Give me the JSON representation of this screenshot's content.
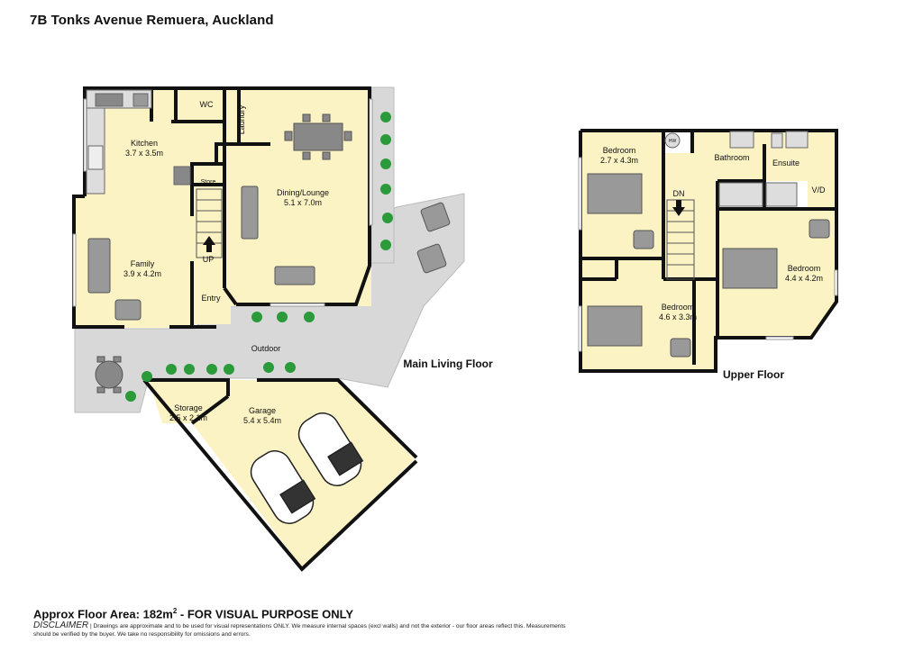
{
  "title": "7B Tonks Avenue Remuera, Auckland",
  "floors": {
    "main": "Main Living Floor",
    "upper": "Upper  Floor"
  },
  "rooms": {
    "kitchen": {
      "name": "Kitchen",
      "size": "3.7 x 3.5m"
    },
    "wc": {
      "name": "WC"
    },
    "laundry": {
      "name": "Laundry"
    },
    "dining": {
      "name": "Dining/Lounge",
      "size": "5.1 x 7.0m"
    },
    "store": {
      "name": "Store"
    },
    "family": {
      "name": "Family",
      "size": "3.9 x 4.2m"
    },
    "up": {
      "name": "UP"
    },
    "entry": {
      "name": "Entry"
    },
    "outdoor": {
      "name": "Outdoor"
    },
    "storage": {
      "name": "Storage",
      "size": "2.5 x 2.1m"
    },
    "garage": {
      "name": "Garage",
      "size": "5.4 x 5.4m"
    },
    "bed1": {
      "name": "Bedroom",
      "size": "2.7 x 4.3m"
    },
    "hw": {
      "name": "HW"
    },
    "bathroom": {
      "name": "Bathroom"
    },
    "ensuite": {
      "name": "Ensuite"
    },
    "dn": {
      "name": "DN"
    },
    "vd": {
      "name": "V/D"
    },
    "bed2": {
      "name": "Bedroom",
      "size": "4.4 x 4.2m"
    },
    "bed3": {
      "name": "Bedroom",
      "size": "4.6 x 3.3m"
    }
  },
  "footer": {
    "area_prefix": "Approx Floor Area: 182m",
    "area_sup": "2",
    "area_suffix": " - FOR VISUAL PURPOSE ONLY",
    "disclaimer_head": "DISCLAIMER",
    "disclaimer_text": " | Drawings are approximate and to be used for visual representations ONLY. We measure internal spaces (excl walls) and not the exterior - our floor areas reflect this. Measurements should be verified by the buyer. We take no responsibility for omissions and errors."
  },
  "colors": {
    "floor": "#fbf3c4",
    "outdoor": "#d8d8d8",
    "wall": "#111111",
    "plant": "#2a9a3a",
    "furniture": "#888888"
  }
}
